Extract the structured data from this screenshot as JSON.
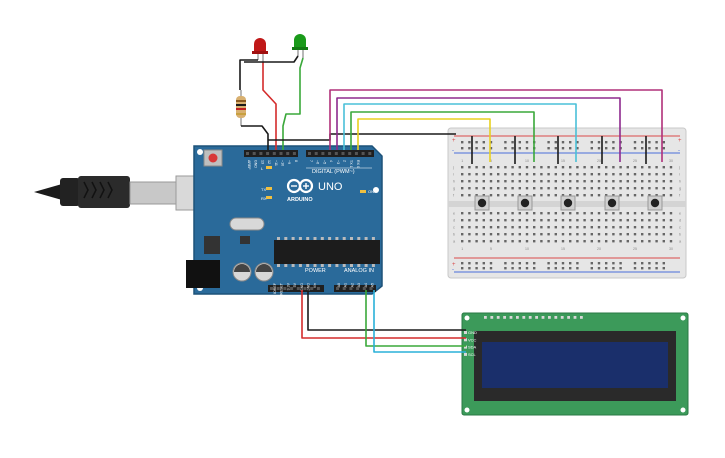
{
  "arduino": {
    "brand": "ARDUINO",
    "model": "UNO",
    "digital_label": "DIGITAL (PWM~)",
    "power_label": "POWER",
    "analog_label": "ANALOG IN",
    "on_label": "ON",
    "tx_label": "TX",
    "rx_label": "RX",
    "l_label": "L",
    "digital_pins": [
      "AREF",
      "GND",
      "13",
      "12",
      "~11",
      "~10",
      "~9",
      "8",
      "7",
      "~6",
      "~5",
      "4",
      "~3",
      "2",
      "TX 1",
      "RX 0"
    ],
    "power_pins": [
      "IOREF",
      "RESET",
      "3.3V",
      "5V",
      "GND",
      "GND",
      "Vin"
    ],
    "analog_pins": [
      "A0",
      "A1",
      "A2",
      "A3",
      "A4",
      "A5"
    ]
  },
  "lcd": {
    "pins": [
      "GND",
      "VCC",
      "SDA",
      "SCL"
    ]
  },
  "breadboard": {
    "rail_plus": "+",
    "rail_minus": "-",
    "column_numbers": [
      "1",
      "5",
      "10",
      "15",
      "20",
      "25",
      "30"
    ],
    "row_letters_top": [
      "j",
      "i",
      "h",
      "g",
      "f"
    ],
    "row_letters_bottom": [
      "e",
      "d",
      "c",
      "b",
      "a"
    ],
    "button_count": 5
  },
  "colors": {
    "board": "#2a6a9a",
    "board_edge": "#1d5279",
    "header": "#1f1f1f",
    "breadboard": "#e6e6e6",
    "rail_red": "#d94a4a",
    "rail_blue": "#4a6fd9",
    "lcd_pcb": "#3c9a5a",
    "lcd_screen": "#1a2f6b",
    "wire_black": "#1a1a1a",
    "wire_red": "#d42b2b",
    "wire_green": "#3aa83a",
    "wire_blue": "#2ab0d8",
    "wire_yellow": "#e8d020",
    "wire_purple": "#8e2a8e",
    "wire_magenta": "#b0307a",
    "wire_cyan": "#4ac0d8",
    "led_red": "#c01818",
    "led_green": "#1a9a1a",
    "resistor": "#d8b070"
  }
}
